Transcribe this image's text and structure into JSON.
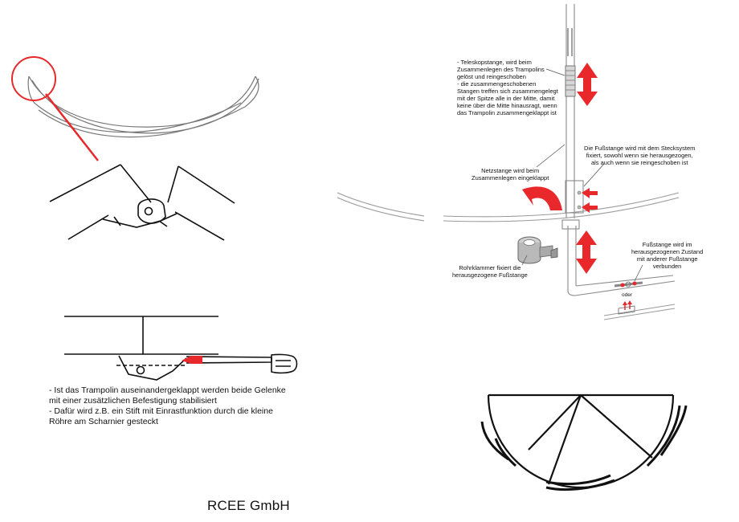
{
  "company": "RCEE GmbH",
  "hinge_caption": [
    "- Ist das Trampolin auseinandergeklappt werden beide Gelenke",
    "mit einer zusätzlichen Befestigung stabilisiert",
    "- Dafür wird z.B. ein Stift mit Einrastfunktion durch die kleine",
    "Röhre am Scharnier gesteckt"
  ],
  "labels": {
    "telescope": [
      "- Teleskopstange, wird beim",
      "Zusammenlegen des Trampolins",
      "gelöst und reingeschoben",
      "- die zusammengeschobenen",
      "Stangen treffen sich zusammengelegt",
      "mit der Spitze alle in der Mitte, damit",
      "keine über die Mitte hinausragt, wenn",
      "das Trampolin zusammengeklappt ist"
    ],
    "foot_pole_plug": [
      "Die Fußstange wird mit dem Stecksystem",
      "fixiert, sowohl wenn sie herausgezogen,",
      "als auch wenn sie reingeschoben ist"
    ],
    "net_pole": [
      "Netzstange wird beim",
      "Zusammenlegen eingeklappt"
    ],
    "pipe_clamp": [
      "Rohrklammer fixiert die",
      "herausgezogene Fußstange"
    ],
    "foot_pole_pulled": [
      "Fußstange wird im",
      "herausgezogenen Zustand",
      "mit anderer Fußstange",
      "verbunden"
    ],
    "oder": "oder"
  },
  "colors": {
    "accent": "#e8282b",
    "line": "#111111",
    "frame_gray": "#9a9a9a"
  }
}
